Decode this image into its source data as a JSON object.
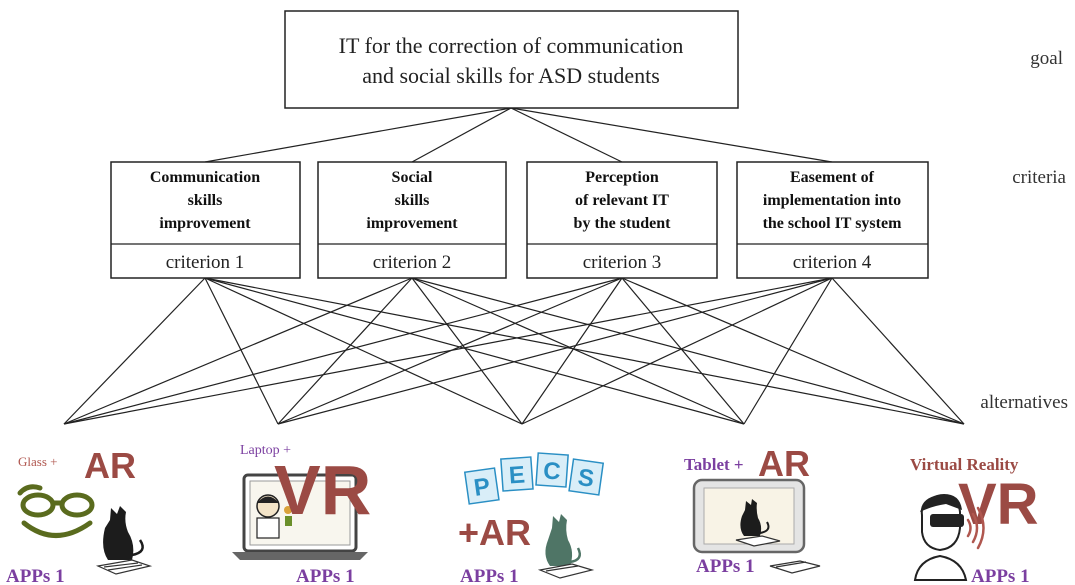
{
  "goal": {
    "line1": "IT for the correction of communication",
    "line2": "and social skills for ASD students"
  },
  "levels": {
    "goal": "goal",
    "criteria": "criteria",
    "alternatives": "alternatives"
  },
  "criteria": [
    {
      "title": [
        "Communication",
        "skills",
        "improvement"
      ],
      "label": "criterion 1"
    },
    {
      "title": [
        "Social",
        "skills",
        "improvement"
      ],
      "label": "criterion 2"
    },
    {
      "title": [
        "Perception",
        "of relevant IT",
        "by the student"
      ],
      "label": "criterion 3"
    },
    {
      "title": [
        "Easement of",
        "implementation into",
        "the school IT system"
      ],
      "label": "criterion 4"
    }
  ],
  "alternatives": [
    {
      "device": "Glass +",
      "tech": "AR",
      "apps": "APPs 1"
    },
    {
      "device": "Laptop +",
      "tech": "VR",
      "apps": "APPs 1"
    },
    {
      "device": "",
      "tech": "+AR",
      "apps": "APPs 1",
      "pecs": [
        "P",
        "E",
        "C",
        "S"
      ]
    },
    {
      "device": "Tablet +",
      "tech": "AR",
      "apps": "APPs 1"
    },
    {
      "device": "Virtual Reality",
      "tech": "VR",
      "apps": "APPs 1"
    }
  ],
  "colors": {
    "line": "#222222",
    "tech_red": "#9b4a44",
    "label_red": "#b0574f",
    "purple": "#7b3fa0",
    "glasses_green": "#5a6b1e",
    "pecs_blue": "#2a8fc4",
    "pecs_fill": "#d9eef8"
  }
}
